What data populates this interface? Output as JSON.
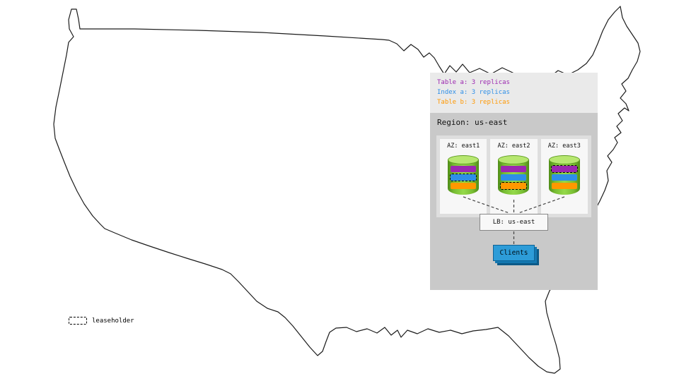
{
  "overlay": {
    "legend": {
      "items": [
        {
          "id": "table-a",
          "label": "Table a: 3 replicas",
          "color": "#9c27b0"
        },
        {
          "id": "index-a",
          "label": "Index a: 3 replicas",
          "color": "#2e8fe8"
        },
        {
          "id": "table-b",
          "label": "Table b: 3 replicas",
          "color": "#ff9800"
        }
      ]
    },
    "region": {
      "label": "Region: us-east",
      "azs": [
        {
          "label": "AZ: east1",
          "replicas": [
            {
              "name": "table-a",
              "color": "#9c27b0",
              "leaseholder": false
            },
            {
              "name": "index-a",
              "color": "#2e8fe8",
              "leaseholder": true
            },
            {
              "name": "table-b",
              "color": "#ff9800",
              "leaseholder": false
            }
          ]
        },
        {
          "label": "AZ: east2",
          "replicas": [
            {
              "name": "table-a",
              "color": "#9c27b0",
              "leaseholder": false
            },
            {
              "name": "index-a",
              "color": "#2e8fe8",
              "leaseholder": false
            },
            {
              "name": "table-b",
              "color": "#ff9800",
              "leaseholder": true
            }
          ]
        },
        {
          "label": "AZ: east3",
          "replicas": [
            {
              "name": "table-a",
              "color": "#9c27b0",
              "leaseholder": true
            },
            {
              "name": "index-a",
              "color": "#2e8fe8",
              "leaseholder": false
            },
            {
              "name": "table-b",
              "color": "#ff9800",
              "leaseholder": false
            }
          ]
        }
      ],
      "load_balancer": {
        "label": "LB: us-east"
      },
      "clients": {
        "label": "Clients",
        "color": "#2d9cd8"
      }
    }
  },
  "map": {
    "legend": {
      "leaseholder_label": "leaseholder"
    }
  }
}
